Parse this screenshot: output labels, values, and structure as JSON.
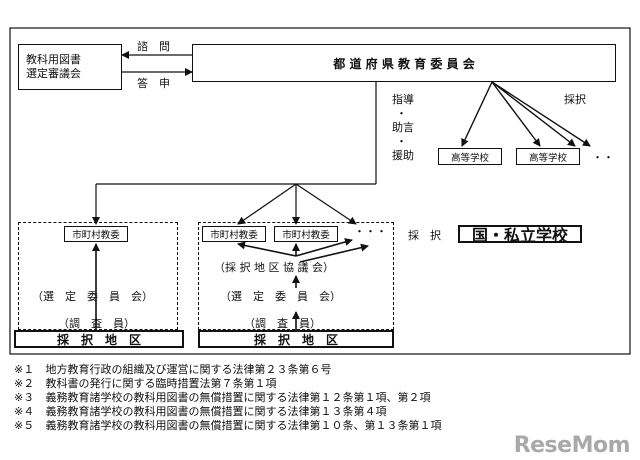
{
  "labels": {
    "council": "教科用図書\n選定審議会",
    "board": "都 道 府 県 教 育 委 員 会",
    "consult": "諮　問",
    "reply": "答　申",
    "guidance": "指導",
    "dot": "・",
    "advice": "助言",
    "support": "援助",
    "adoption_right": "採択",
    "high_school": "高等学校",
    "ellipsis_dots": "・・",
    "city_board": "市町村教委",
    "ellipsis_dashes": "・・・",
    "adoption_mid": "採　択",
    "national_private": "国・私立学校",
    "committee": "（選　定　委　員　会）",
    "investigator": "（調　査　員）",
    "district_council": "（採 択 地 区 協 議 会）",
    "district": "採　択　地　区"
  },
  "notes": [
    {
      "mark": "※１",
      "text": "地方教育行政の組織及び運営に関する法律第２３条第６号"
    },
    {
      "mark": "※２",
      "text": "教科書の発行に関する臨時措置法第７条第１項"
    },
    {
      "mark": "※３",
      "text": "義務教育諸学校の教科用図書の無償措置に関する法律第１２条第１項、第２項"
    },
    {
      "mark": "※４",
      "text": "義務教育諸学校の教科用図書の無償措置に関する法律第１３条第４項"
    },
    {
      "mark": "※５",
      "text": "義務教育諸学校の教科用図書の無償措置に関する法律第１０条、第１３条第１項"
    }
  ],
  "watermark": "ReseMom"
}
